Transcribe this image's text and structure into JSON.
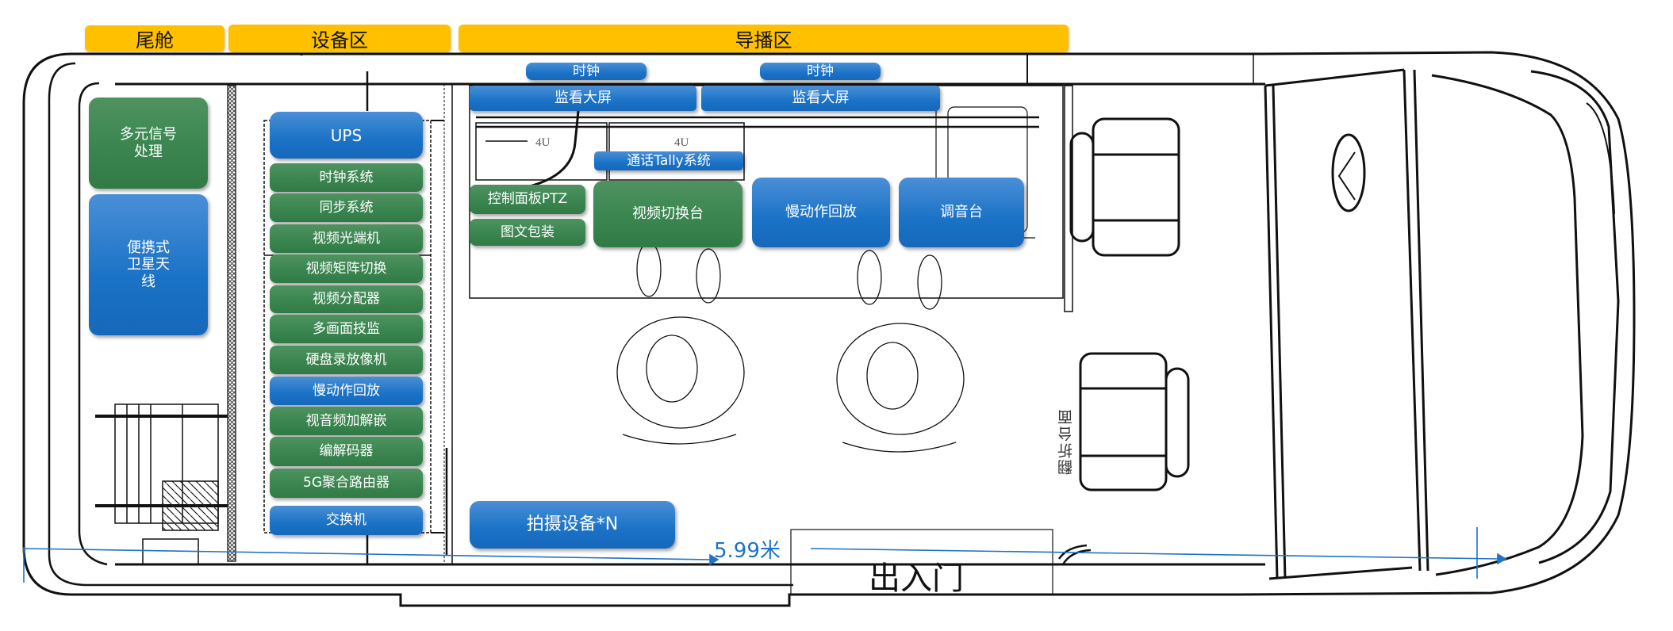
{
  "diagram": {
    "zones": [
      {
        "id": "tail",
        "label": "尾舱"
      },
      {
        "id": "equipment",
        "label": "设备区"
      },
      {
        "id": "directing",
        "label": "导播区"
      }
    ],
    "tail_cabin": {
      "signal_processing": "多元信号\n处理",
      "satellite_antenna": "便携式\n卫星天\n线"
    },
    "rack": [
      {
        "label": "UPS",
        "color": "blue"
      },
      {
        "label": "时钟系统",
        "color": "green"
      },
      {
        "label": "同步系统",
        "color": "green"
      },
      {
        "label": "视频光端机",
        "color": "green"
      },
      {
        "label": "视频矩阵切换",
        "color": "green"
      },
      {
        "label": "视频分配器",
        "color": "green"
      },
      {
        "label": "多画面技监",
        "color": "green"
      },
      {
        "label": "硬盘录放像机",
        "color": "green"
      },
      {
        "label": "慢动作回放",
        "color": "blue"
      },
      {
        "label": "视音频加解嵌",
        "color": "green"
      },
      {
        "label": "编解码器",
        "color": "green"
      },
      {
        "label": "5G聚合路由器",
        "color": "green"
      },
      {
        "label": "交换机",
        "color": "blue"
      }
    ],
    "directing": {
      "clock_1": "时钟",
      "clock_2": "时钟",
      "monitor_wall_1": "监看大屏",
      "monitor_wall_2": "监看大屏",
      "intercom_tally": "通话Tally系统",
      "ptz_panel": "控制面板PTZ",
      "graphics": "图文包装",
      "switcher": "视频切换台",
      "slow_motion": "慢动作回放",
      "audio_mixer": "调音台",
      "rack_unit_1": "4U",
      "rack_unit_2": "4U"
    },
    "shooting_equipment": "拍摄设备*N",
    "length_dimension": "5.99米",
    "entrance_door": "出入门",
    "folding_table": "翻折台面",
    "colors": {
      "zone": "#ffc000",
      "blue": "#1a72c6",
      "green": "#3c8751",
      "dimension": "#1f73c4"
    }
  }
}
